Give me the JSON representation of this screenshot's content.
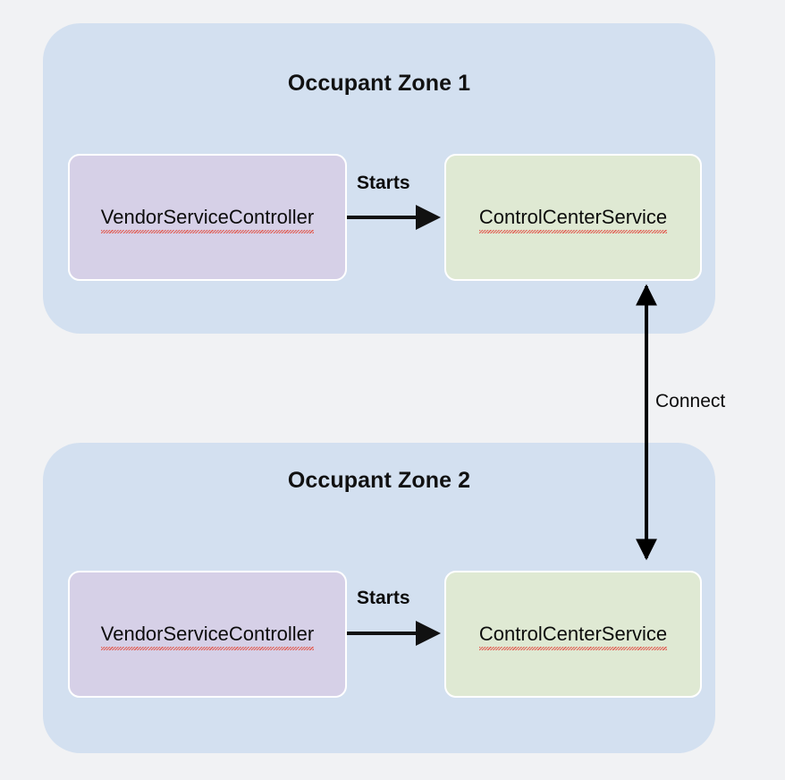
{
  "diagram": {
    "background_color": "#f1f2f4",
    "zones": [
      {
        "id": "zone-1",
        "title": "Occupant Zone 1",
        "color": "#d3e0f0",
        "nodes": [
          {
            "id": "vendor-service-controller-1",
            "label": "VendorServiceController",
            "color": "#d6d0e7",
            "spellcheck_underline": true
          },
          {
            "id": "control-center-service-1",
            "label": "ControlCenterService",
            "color": "#dfe9d3",
            "spellcheck_underline": true
          }
        ],
        "edges": [
          {
            "id": "starts-1",
            "label": "Starts",
            "from": "vendor-service-controller-1",
            "to": "control-center-service-1",
            "direction": "right"
          }
        ]
      },
      {
        "id": "zone-2",
        "title": "Occupant Zone 2",
        "color": "#d3e0f0",
        "nodes": [
          {
            "id": "vendor-service-controller-2",
            "label": "VendorServiceController",
            "color": "#d6d0e7",
            "spellcheck_underline": true
          },
          {
            "id": "control-center-service-2",
            "label": "ControlCenterService",
            "color": "#dfe9d3",
            "spellcheck_underline": true
          }
        ],
        "edges": [
          {
            "id": "starts-2",
            "label": "Starts",
            "from": "vendor-service-controller-2",
            "to": "control-center-service-2",
            "direction": "right"
          }
        ]
      }
    ],
    "cross_zone_edges": [
      {
        "id": "connect",
        "label": "Connect",
        "from": "control-center-service-1",
        "to": "control-center-service-2",
        "direction": "bidirectional",
        "color": "#000000"
      }
    ]
  }
}
